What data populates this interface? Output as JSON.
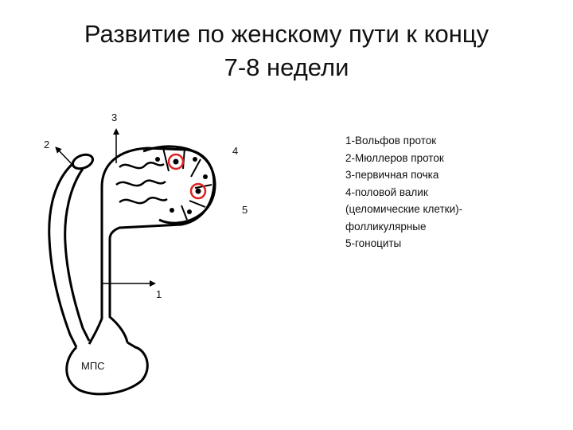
{
  "title": {
    "line1": "Развитие по женскому пути к концу",
    "line2": "7-8 недели"
  },
  "diagram": {
    "labels": {
      "n1": "1",
      "n2": "2",
      "n3": "3",
      "n4": "4",
      "n5": "5",
      "mps": "МПС"
    },
    "colors": {
      "line": "#000000",
      "highlight": "#e02020"
    }
  },
  "legend": {
    "items": [
      "1-Вольфов проток",
      "2-Мюллеров проток",
      "3-первичная почка",
      "4-половой валик",
      "(целомические клетки)-",
      "фолликулярные",
      "5-гоноциты"
    ]
  }
}
